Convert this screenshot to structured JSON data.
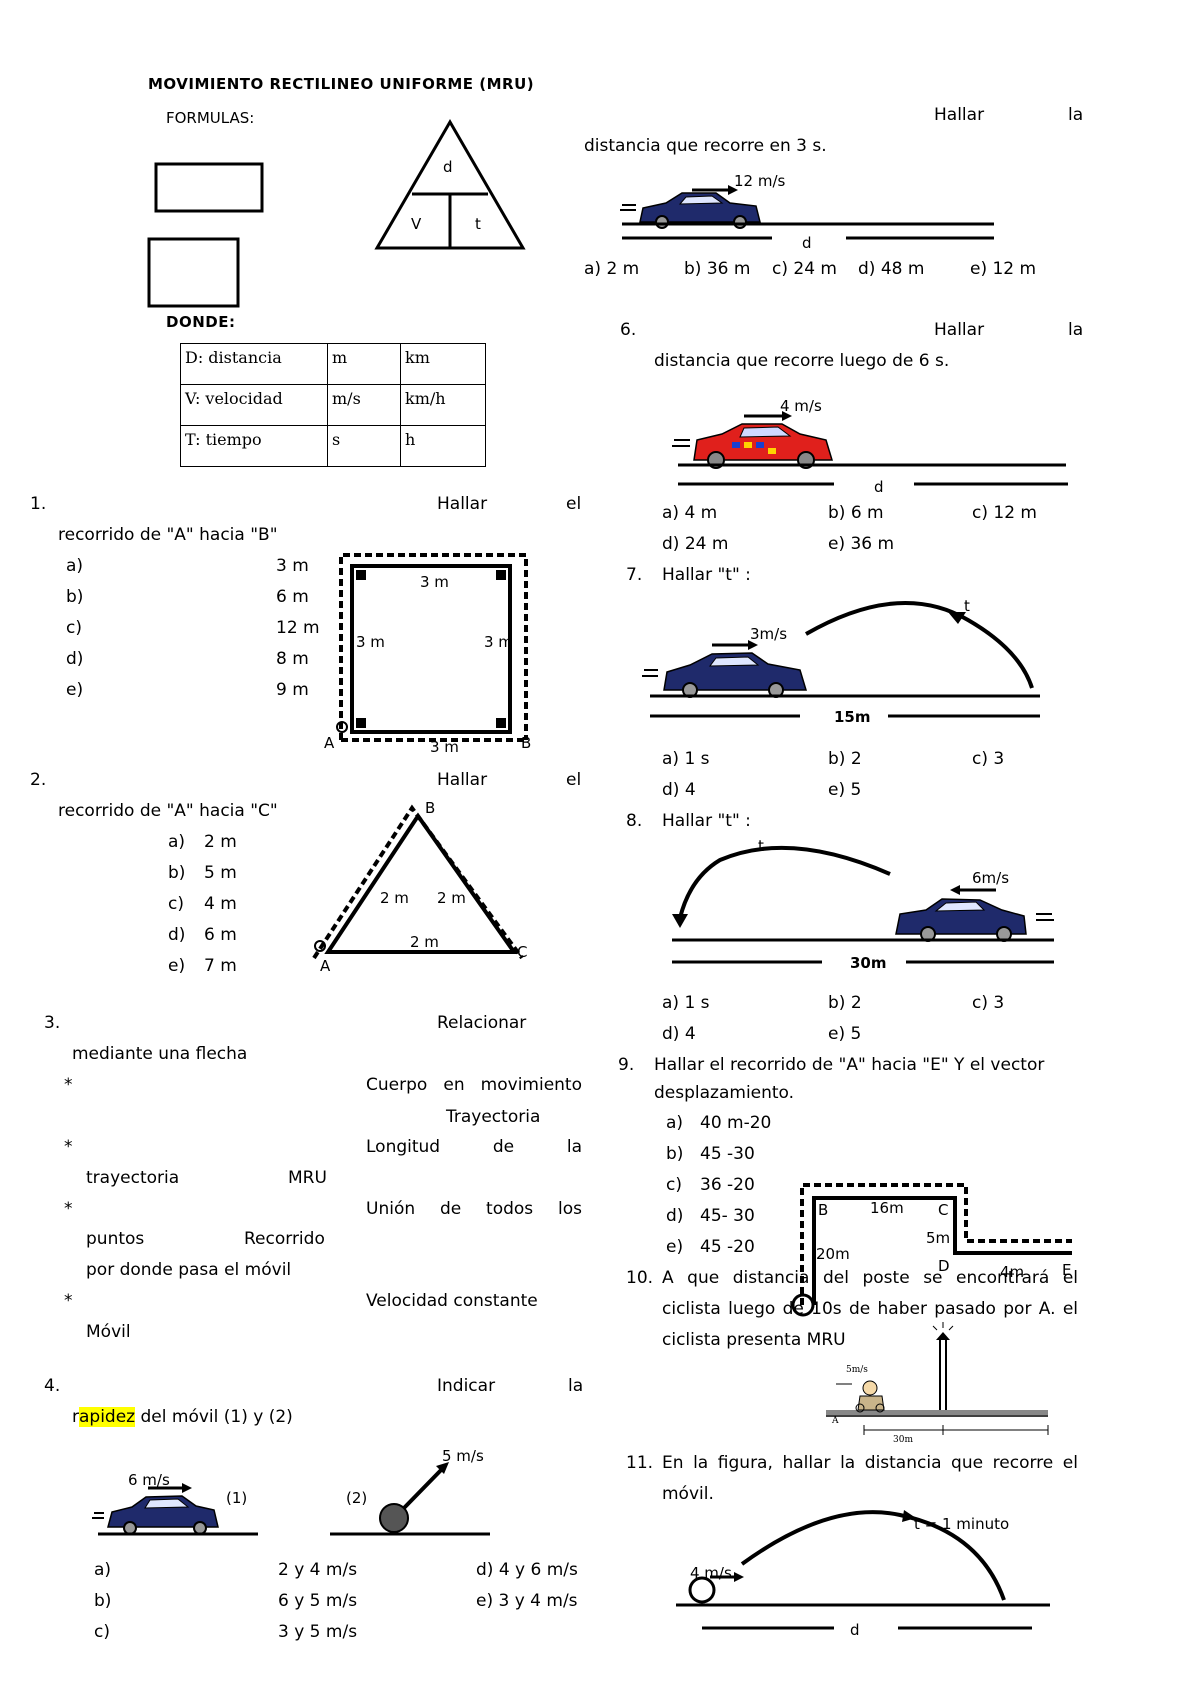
{
  "header": {
    "title": "MOVIMIENTO RECTILINEO UNIFORME (MRU)",
    "formulas_label": "FORMULAS:",
    "triangle": {
      "top": "d",
      "left": "V",
      "right": "t"
    },
    "donde_label": "DONDE:"
  },
  "units_table": [
    [
      "D: distancia",
      "m",
      "km"
    ],
    [
      "V: velocidad",
      "m/s",
      "km/h"
    ],
    [
      "T: tiempo",
      "s",
      "h"
    ]
  ],
  "q1": {
    "num": "1.",
    "word": "Hallar",
    "tail": "el",
    "line2": "recorrido de \"A\" hacia \"B\"",
    "options": [
      [
        "a)",
        "3 m"
      ],
      [
        "b)",
        "6 m"
      ],
      [
        "c)",
        "12 m"
      ],
      [
        "d)",
        "8 m"
      ],
      [
        "e)",
        "9 m"
      ]
    ],
    "fig": {
      "top": "3 m",
      "left": "3 m",
      "right": "3 m",
      "bottom": "3 m",
      "A": "A",
      "B": "B"
    }
  },
  "q2": {
    "num": "2.",
    "word": "Hallar",
    "tail": "el",
    "line2": "recorrido de \"A\" hacia \"C\"",
    "options": [
      [
        "a)",
        "2 m"
      ],
      [
        "b)",
        "5 m"
      ],
      [
        "c)",
        "4 m"
      ],
      [
        "d)",
        "6 m"
      ],
      [
        "e)",
        "7 m"
      ]
    ],
    "fig": {
      "left": "2 m",
      "right": "2 m",
      "bottom": "2 m",
      "A": "A",
      "B": "B",
      "C": "C"
    }
  },
  "q3": {
    "num": "3.",
    "word": "Relacionar",
    "line2": "mediante una flecha",
    "bullet": "*",
    "r1_right": "Cuerpo en movimiento",
    "r1_right2": "Trayectoria",
    "r2_right": "Longitud de la",
    "r2_left": "trayectoria",
    "r2_mid": "MRU",
    "r3_right": "Unión de todos los",
    "r3_left": "puntos",
    "r3_mid": "Recorrido",
    "r3_line3": "por donde pasa el móvil",
    "r4_right": "Velocidad constante",
    "r4_left": "Móvil"
  },
  "q4": {
    "num": "4.",
    "word": "Indicar",
    "tail": "la",
    "line2_pre": "r",
    "line2_hl": "apidez",
    "line2_post": " del móvil (1) y (2)",
    "fig": {
      "v1": "6 m/s",
      "n1": "(1)",
      "v2": "5 m/s",
      "n2": "(2)"
    },
    "options": [
      [
        "a)",
        "2 y 4 m/s",
        "d) 4 y 6 m/s"
      ],
      [
        "b)",
        "6 y 5 m/s",
        "e) 3 y 4 m/s"
      ],
      [
        "c)",
        "3 y 5 m/s",
        ""
      ]
    ]
  },
  "q5": {
    "word": "Hallar",
    "tail": "la",
    "line2": "distancia que recorre en 3 s.",
    "fig": {
      "v": "12 m/s",
      "d": "d"
    },
    "options": [
      "a) 2 m",
      "b) 36 m",
      "c) 24  m",
      "d) 48 m",
      "e) 12 m"
    ]
  },
  "q6": {
    "num": "6.",
    "word": "Hallar",
    "tail": "la",
    "line2": "distancia que recorre luego de 6 s.",
    "fig": {
      "v": "4 m/s",
      "d": "d"
    },
    "options": [
      "a) 4 m",
      "b) 6 m",
      "c) 12 m",
      "d) 24 m",
      "e) 36 m"
    ]
  },
  "q7": {
    "num": "7.",
    "text": "Hallar \"t\" :",
    "fig": {
      "v": "3m/s",
      "t": "t",
      "d": "15m"
    },
    "options": [
      "a) 1 s",
      "b) 2",
      "c) 3",
      "d) 4",
      "e) 5"
    ]
  },
  "q8": {
    "num": "8.",
    "text": "Hallar \"t\" :",
    "fig": {
      "v": "6m/s",
      "t": "t",
      "d": "30m"
    },
    "options": [
      "a) 1 s",
      "b) 2",
      "c) 3",
      "d) 4",
      "e) 5"
    ]
  },
  "q9": {
    "num": "9.",
    "line1": "Hallar el recorrido de \"A\" hacia \"E\" Y el vector",
    "line2": "desplazamiento.",
    "options": [
      [
        "a)",
        "40 m-20"
      ],
      [
        "b)",
        "45 -30"
      ],
      [
        "c)",
        "36 -20"
      ],
      [
        "d)",
        "45- 30"
      ],
      [
        "e)",
        "45 -20"
      ]
    ],
    "fig": {
      "B": "B",
      "C": "C",
      "D": "D",
      "E": "E",
      "bc": "16m",
      "cd": "5m",
      "ab": "20m",
      "de": "4m"
    }
  },
  "q10": {
    "num": "10.",
    "line1": "A que distancia del poste se encontrará el",
    "line2": "ciclista luego de 10s de haber pasado por A. el",
    "line3": "ciclista presenta MRU",
    "fig": {
      "v": "5m/s",
      "A": "A",
      "d": "30m"
    }
  },
  "q11": {
    "num": "11.",
    "line1": "En la figura, hallar la distancia que recorre el",
    "line2": "móvil.",
    "fig": {
      "v": "4 m/s",
      "t": "t = 1 minuto",
      "d": "d"
    }
  }
}
